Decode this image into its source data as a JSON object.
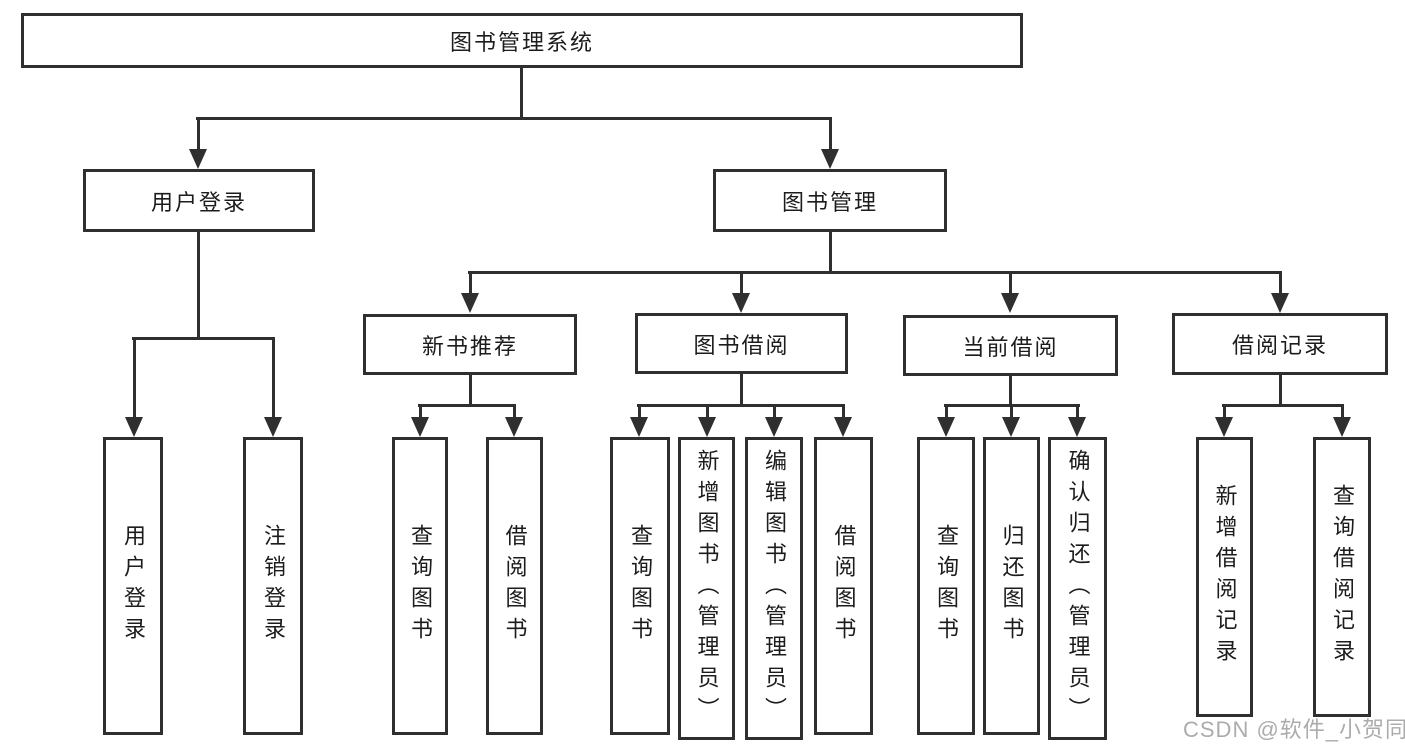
{
  "page": {
    "background": "#ffffff"
  },
  "colors": {
    "line": "#2f2f2f",
    "box_border": "#2f2f2f",
    "text": "#1c1c1c",
    "watermark": "#9e9e9e"
  },
  "nodes": {
    "root": {
      "label": "图书管理系统"
    },
    "level2": [
      {
        "label": "用户登录"
      },
      {
        "label": "图书管理"
      }
    ],
    "level3": [
      {
        "label": "新书推荐"
      },
      {
        "label": "图书借阅"
      },
      {
        "label": "当前借阅"
      },
      {
        "label": "借阅记录"
      }
    ],
    "leaves": {
      "user_login": [
        {
          "label": "用户登录"
        },
        {
          "label": "注销登录"
        }
      ],
      "new_book_rec": [
        {
          "label": "查询图书"
        },
        {
          "label": "借阅图书"
        }
      ],
      "book_borrow": [
        {
          "label": "查询图书"
        },
        {
          "label": "新增图书（管理员）"
        },
        {
          "label": "编辑图书（管理员）"
        },
        {
          "label": "借阅图书"
        }
      ],
      "current_borrow": [
        {
          "label": "查询图书"
        },
        {
          "label": "归还图书"
        },
        {
          "label": "确认归还（管理员）"
        }
      ],
      "borrow_records": [
        {
          "label": "新增借阅记录"
        },
        {
          "label": "查询借阅记录"
        }
      ]
    }
  },
  "watermark": {
    "text": "CSDN @软件_小贺同学"
  }
}
